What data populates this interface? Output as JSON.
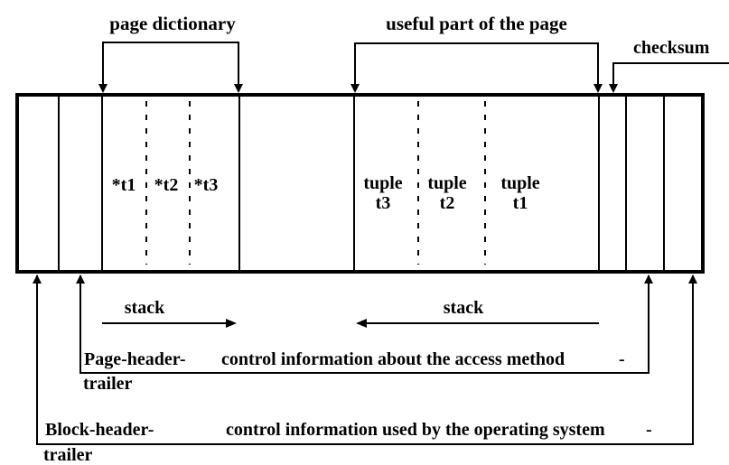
{
  "top_labels": {
    "page_dictionary": "page dictionary",
    "useful_part": "useful part of the page",
    "checksum": "checksum"
  },
  "box": {
    "slots": [
      "*t1",
      "*t2",
      "*t3"
    ],
    "tuples": [
      {
        "line1": "tuple",
        "line2": "t3"
      },
      {
        "line1": "tuple",
        "line2": "t2"
      },
      {
        "line1": "tuple",
        "line2": "t1"
      }
    ]
  },
  "stack": {
    "left_label": "stack",
    "right_label": "stack"
  },
  "page_header": {
    "name_line1": "Page-header-",
    "name_line2": "trailer",
    "description": "control information about the access method",
    "dash": "-"
  },
  "block_header": {
    "name_line1": "Block-header-",
    "name_line2": "trailer",
    "description": "control information used by the operating system",
    "dash": "-"
  },
  "colors": {
    "line": "#000000",
    "background": "#ffffff",
    "text": "#000000"
  }
}
